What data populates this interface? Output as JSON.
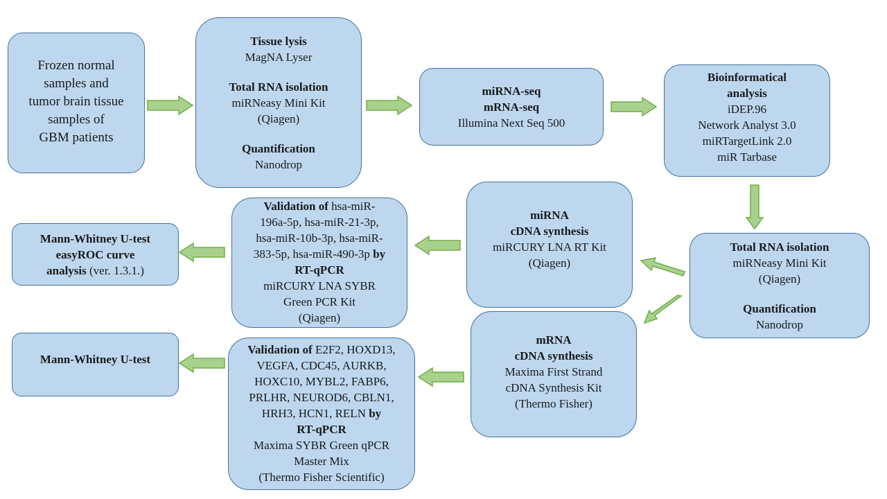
{
  "boxes": {
    "b1": [
      "Frozen normal",
      "samples and",
      "tumor brain tissue",
      "samples of",
      "GBM patients"
    ],
    "b2": {
      "lysis_title": "Tissue lysis",
      "lysis_l1": "MagNA Lyser",
      "rna_title": "Total RNA isolation",
      "rna_l1": "miRNeasy Mini Kit",
      "rna_l2": "(Qiagen)",
      "quant_title": "Quantification",
      "quant_l1": "Nanodrop"
    },
    "b3": {
      "t1": "miRNA-seq",
      "t2": "mRNA-seq",
      "l1": "Illumina Next Seq 500"
    },
    "b4": {
      "t1": "Bioinformatical",
      "t2": "analysis",
      "items": [
        "iDEP.96",
        "Network Analyst 3.0",
        "miRTargetLink 2.0",
        "miR Tarbase"
      ]
    },
    "b5": {
      "rna_title": "Total RNA isolation",
      "rna_l1": "miRNeasy Mini Kit",
      "rna_l2": "(Qiagen)",
      "quant_title": "Quantification",
      "quant_l1": "Nanodrop"
    },
    "b6": {
      "t1": "miRNA",
      "t2": "cDNA synthesis",
      "l1": "miRCURY LNA RT Kit",
      "l2": "(Qiagen)"
    },
    "b7": {
      "t1": "mRNA",
      "t2": "cDNA synthesis",
      "l1": "Maxima First Strand",
      "l2": "cDNA Synthesis Kit",
      "l3": "(Thermo Fisher)"
    },
    "b8": {
      "val_bold": "Validation of",
      "r1": "hsa-miR-",
      "r2": "196a-5p, hsa-miR-21-3p,",
      "r3": "hsa-miR-10b-3p, hsa-miR-",
      "r4": "383-5p, hsa-miR-490-3p",
      "by_bold": "by",
      "t_rt": "RT-qPCR",
      "l1": "miRCURY LNA SYBR",
      "l2": "Green PCR Kit",
      "l3": "(Qiagen)"
    },
    "b9": {
      "t1": "Mann-Whitney U-test",
      "t2": "easyROC curve",
      "t3": "analysis",
      "t3_rest": " (ver. 1.3.1.)"
    },
    "b10": {
      "val_bold": "Validation of",
      "r1": "E2F2, HOXD13,",
      "r2": "VEGFA, CDC45, AURKB,",
      "r3": "HOXC10, MYBL2, FABP6,",
      "r4": "PRLHR, NEUROD6, CBLN1,",
      "r5": "HRH3, HCN1, RELN",
      "by_bold": "by",
      "t_rt": "RT-qPCR",
      "l1": "Maxima SYBR Green qPCR",
      "l2": "Master Mix",
      "l3": "(Thermo Fisher Scientific)"
    },
    "b11": {
      "t1": "Mann-Whitney U-test"
    }
  },
  "colors": {
    "box_fill": "#bdd7ee",
    "box_border": "#41719c",
    "arrow_fill": "#a9d18e",
    "arrow_border": "#70ad47"
  }
}
